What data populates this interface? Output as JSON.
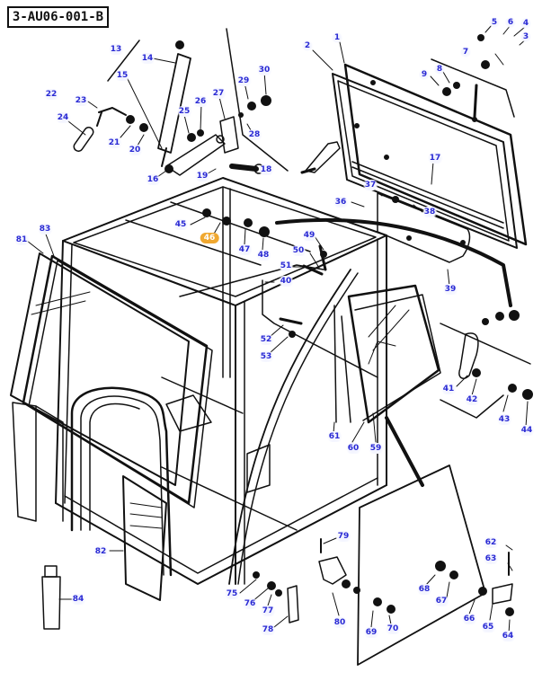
{
  "diagram": {
    "reference_code": "3-AU06-001-B",
    "description": "Exploded parts diagram of tractor cab frame, windows, gas strut, hinges and latches",
    "highlight_color": "#f0a830",
    "callout_color": "#2a2ad4",
    "highlighted_part": "46",
    "callouts": [
      {
        "id": "1"
      },
      {
        "id": "2"
      },
      {
        "id": "3"
      },
      {
        "id": "4"
      },
      {
        "id": "5"
      },
      {
        "id": "6"
      },
      {
        "id": "7"
      },
      {
        "id": "8"
      },
      {
        "id": "9"
      },
      {
        "id": "13"
      },
      {
        "id": "14"
      },
      {
        "id": "15"
      },
      {
        "id": "16"
      },
      {
        "id": "17"
      },
      {
        "id": "18"
      },
      {
        "id": "19"
      },
      {
        "id": "20"
      },
      {
        "id": "21"
      },
      {
        "id": "22"
      },
      {
        "id": "23"
      },
      {
        "id": "24"
      },
      {
        "id": "25"
      },
      {
        "id": "26"
      },
      {
        "id": "27"
      },
      {
        "id": "28"
      },
      {
        "id": "29"
      },
      {
        "id": "30"
      },
      {
        "id": "36"
      },
      {
        "id": "37"
      },
      {
        "id": "38"
      },
      {
        "id": "39"
      },
      {
        "id": "40"
      },
      {
        "id": "41"
      },
      {
        "id": "42"
      },
      {
        "id": "43"
      },
      {
        "id": "44"
      },
      {
        "id": "45"
      },
      {
        "id": "46"
      },
      {
        "id": "47"
      },
      {
        "id": "48"
      },
      {
        "id": "49"
      },
      {
        "id": "50"
      },
      {
        "id": "51"
      },
      {
        "id": "52"
      },
      {
        "id": "53"
      },
      {
        "id": "59"
      },
      {
        "id": "60"
      },
      {
        "id": "61"
      },
      {
        "id": "62"
      },
      {
        "id": "63"
      },
      {
        "id": "64"
      },
      {
        "id": "65"
      },
      {
        "id": "66"
      },
      {
        "id": "67"
      },
      {
        "id": "68"
      },
      {
        "id": "69"
      },
      {
        "id": "70"
      },
      {
        "id": "75"
      },
      {
        "id": "76"
      },
      {
        "id": "77"
      },
      {
        "id": "78"
      },
      {
        "id": "79"
      },
      {
        "id": "80"
      },
      {
        "id": "81"
      },
      {
        "id": "82"
      },
      {
        "id": "83"
      },
      {
        "id": "84"
      }
    ]
  }
}
